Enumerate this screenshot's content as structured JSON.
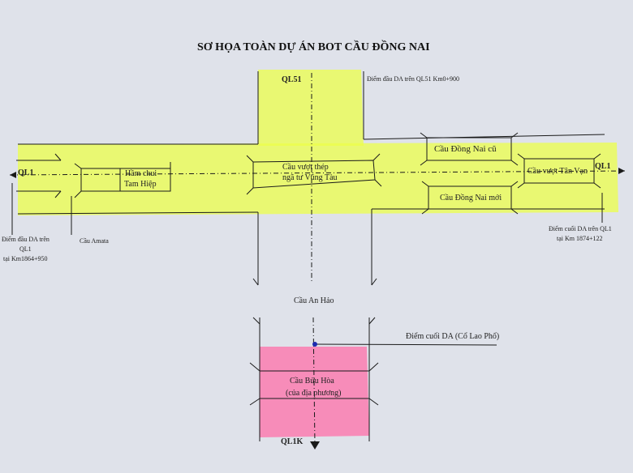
{
  "title": "SƠ HỌA TOÀN DỰ ÁN BOT CẦU ĐỒNG NAI",
  "labels": {
    "ql51": "QL51",
    "ql51_start": "Điểm đầu DA trên QL51 Km0+900",
    "ql1_left": "QL1",
    "ql1_right": "QL1",
    "ham_chui": "Hầm chui",
    "tam_hiep": "Tam Hiệp",
    "cau_vuot_thep": "Cầu vượt thép",
    "nga_tu_vung_tau": "ngã tư Vũng Tàu",
    "cau_dong_nai_cu": "Cầu Đồng Nai cũ",
    "cau_dong_nai_moi": "Cầu Đồng Nai mới",
    "cau_vuot_tan_van": "Cầu vượt Tân Vạn",
    "start_ql1_line1": "Điểm đầu DA trên",
    "start_ql1_line2": "QL1",
    "start_ql1_line3": "tại Km1864+950",
    "cau_amata": "Cầu Amata",
    "end_ql1_line1": "Điểm cuối DA trên QL1",
    "end_ql1_line2": "tại Km 1874+122",
    "cau_an_hao": "Cầu An Hảo",
    "end_da": "Điểm cuối DA (Cổ Lao Phố)",
    "cau_buu_hoa": "Cầu Bửu Hòa",
    "cua_dia_phuong": "(của địa phương)",
    "ql1k": "QL1K"
  },
  "colors": {
    "paper": "#dfe2ea",
    "highlight_yellow": "#ecff4a",
    "highlight_pink": "#ff6fa8",
    "ink": "#1a1a1a"
  }
}
